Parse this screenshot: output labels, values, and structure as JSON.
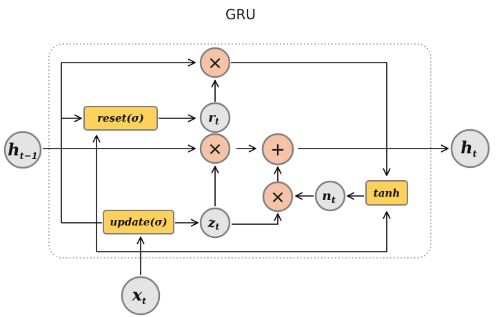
{
  "title": "GRU",
  "inputs": {
    "h_prev": {
      "main": "h",
      "sub": "t−1"
    },
    "x": {
      "main": "x",
      "sub": "t"
    }
  },
  "output": {
    "h": {
      "main": "h",
      "sub": "t"
    }
  },
  "gates": {
    "reset": {
      "name": "reset",
      "arg": "(σ)"
    },
    "update": {
      "name": "update",
      "arg": "(σ)"
    },
    "tanh": {
      "name": "tanh"
    }
  },
  "states": {
    "r": {
      "main": "r",
      "sub": "t"
    },
    "z": {
      "main": "z",
      "sub": "t"
    },
    "n": {
      "main": "n",
      "sub": "t"
    }
  },
  "operators": {
    "multiply": "×",
    "add": "+"
  },
  "colors": {
    "operator_fill": "#F5C4A8",
    "gate_fill": "#FDD25C",
    "state_fill": "#E4E4E4",
    "border": "#7F7F7F",
    "frame": "#9A9A9A"
  }
}
